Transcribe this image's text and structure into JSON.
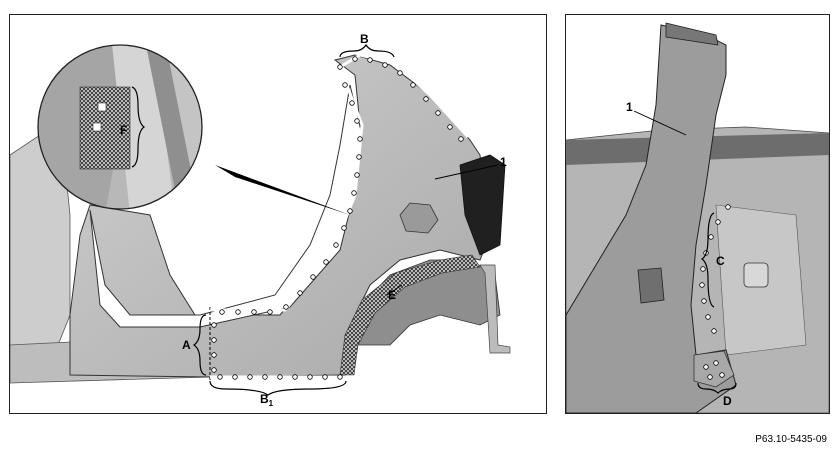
{
  "labels": {
    "a": "A",
    "b": "B",
    "b1_main": "B",
    "b1_sub": "1",
    "c": "C",
    "d": "D",
    "e": "E",
    "f": "F",
    "part_left": "1",
    "part_right": "1"
  },
  "doc_code": "P63.10-5435-09"
}
